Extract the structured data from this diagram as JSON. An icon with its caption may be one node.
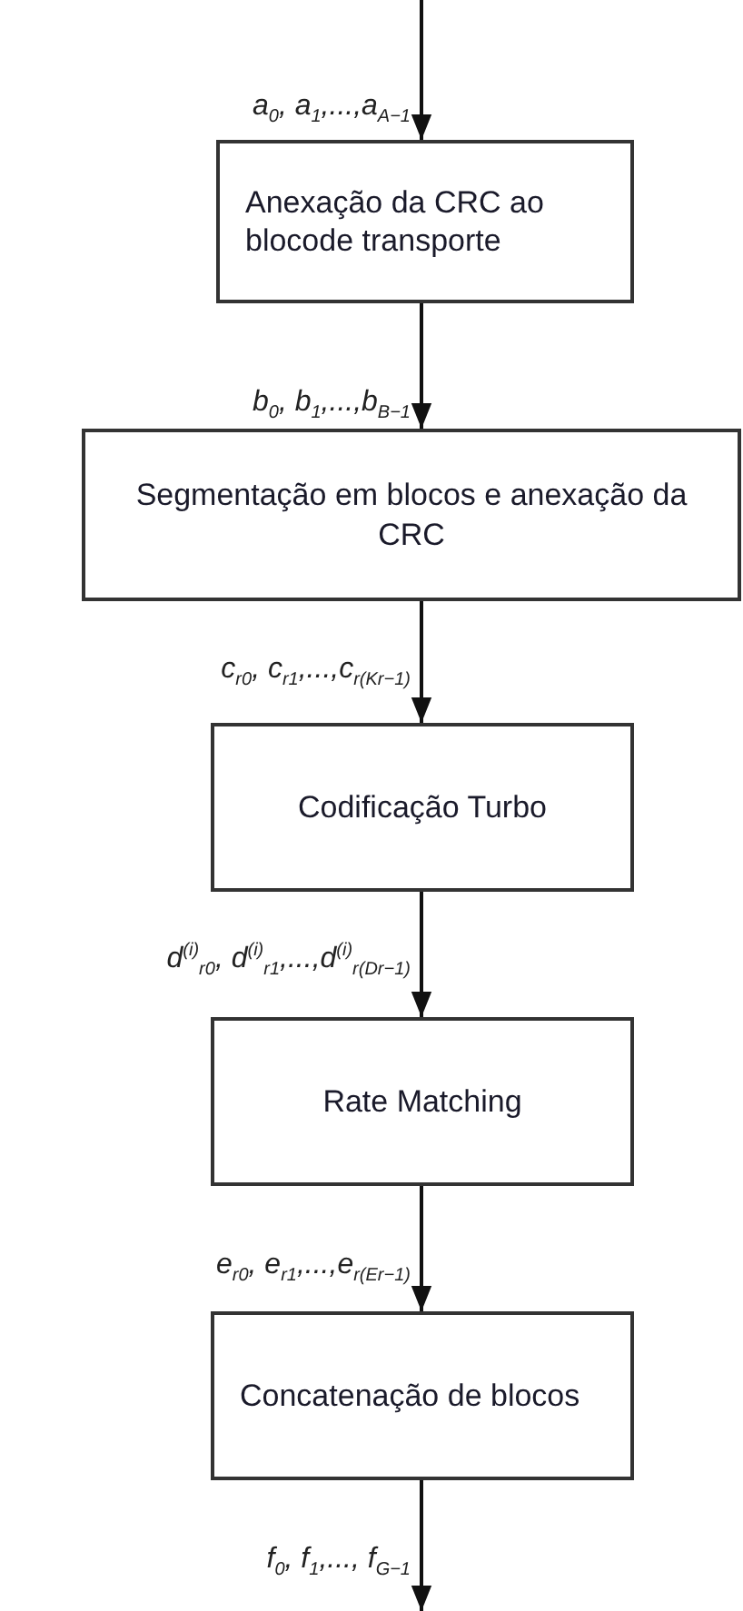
{
  "diagram": {
    "nodes": [
      {
        "text": [
          "Anexação da CRC ao blocode transporte"
        ]
      },
      {
        "text": [
          "Segmentação em blocos e anexação da CRC"
        ]
      },
      {
        "text": [
          "Codificação Turbo"
        ]
      },
      {
        "text": [
          "Rate Matching"
        ]
      },
      {
        "text": [
          "Concatenação de blocos"
        ]
      }
    ],
    "edges": [
      {
        "from": null,
        "to": 0,
        "arrow": "to",
        "label": "a$_{0}$, a$_{1}$,...,a$_{A−1}$"
      },
      {
        "from": 0,
        "to": 1,
        "arrow": "to",
        "label": "b$_{0}$, b$_{1}$,...,b$_{B−1}$"
      },
      {
        "from": 1,
        "to": 2,
        "arrow": "to",
        "label": "c$_{r0}$, c$_{r1}$,...,c$_{r(Kr−1)}$"
      },
      {
        "from": 2,
        "to": 3,
        "arrow": "to",
        "label": "d$^{(i)}$$_{r0}$, d$^{(i)}$$_{r1}$,...,d$^{(i)}$$_{r(Dr−1)}$"
      },
      {
        "from": 3,
        "to": 4,
        "arrow": "to",
        "label": "e$_{r0}$, e$_{r1}$,...,e$_{r(Er−1)}$"
      },
      {
        "from": 4,
        "to": null,
        "arrow": "to",
        "label": "f$_{0}$, f$_{1}$,..., f$_{G−1}$"
      }
    ]
  }
}
